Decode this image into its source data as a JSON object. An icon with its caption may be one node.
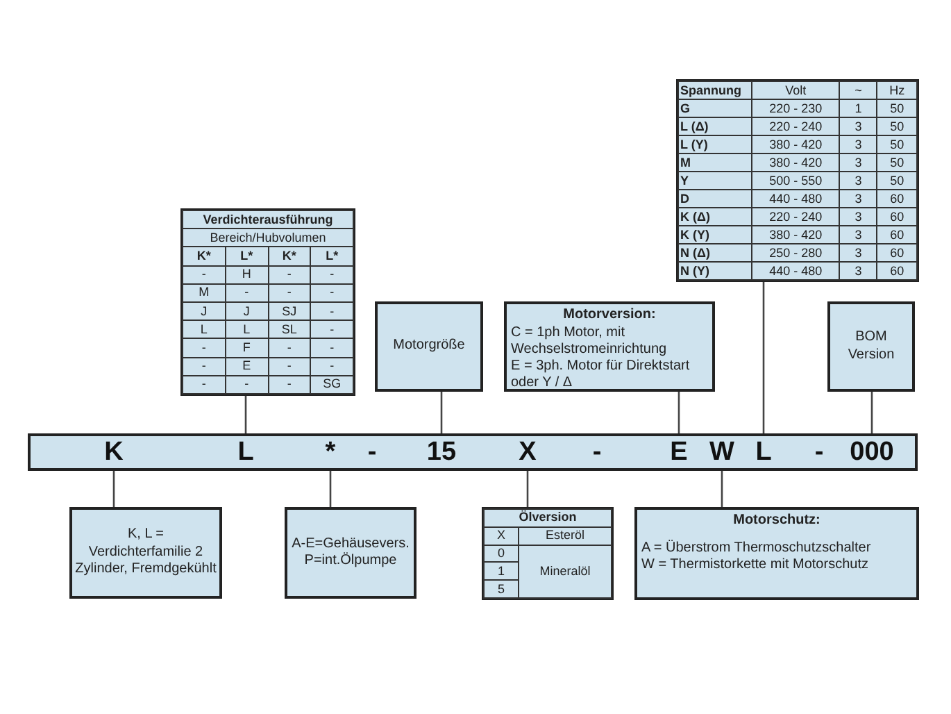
{
  "diagram": {
    "nodes": [
      {
        "text": [
          "Verdichterausführung",
          "Bereich/Hubvolumen",
          "K*",
          "L*",
          "K*",
          "L*",
          "-",
          "H",
          "-",
          "-",
          "M",
          "-",
          "-",
          "-",
          "J",
          "J",
          "SJ",
          "-",
          "L",
          "L",
          "SL",
          "-",
          "-",
          "F",
          "-",
          "-",
          "-",
          "E",
          "-",
          "-",
          "-",
          "-",
          "-",
          "SG"
        ]
      },
      {
        "text": [
          "Motorgröße"
        ]
      },
      {
        "text": [
          "Motorversion:",
          "C = 1ph Motor, mit Wechselstromeinrichtung",
          "E = 3ph. Motor für Direktstart oder Y / Δ"
        ]
      },
      {
        "text": [
          "Spannung",
          "Volt",
          "~",
          "Hz",
          "G",
          "220 - 230",
          "1",
          "50",
          "L (Δ)",
          "220 - 240",
          "3",
          "50",
          "L (Y)",
          "380 - 420",
          "3",
          "50",
          "M",
          "380 - 420",
          "3",
          "50",
          "Y",
          "500 - 550",
          "3",
          "50",
          "D",
          "440 - 480",
          "3",
          "60",
          "K (Δ)",
          "220 - 240",
          "3",
          "60",
          "K (Y)",
          "380 - 420",
          "3",
          "60",
          "N (Δ)",
          "250 - 280",
          "3",
          "60",
          "N (Y)",
          "440 - 480",
          "3",
          "60"
        ]
      },
      {
        "text": [
          "BOM Version"
        ]
      },
      {
        "text": [],
        "shape": "bar"
      },
      {
        "text": [
          "K"
        ],
        "in": 5
      },
      {
        "text": [
          "L"
        ],
        "in": 5
      },
      {
        "text": [
          "*"
        ],
        "in": 5
      },
      {
        "text": [
          "-"
        ],
        "in": 5
      },
      {
        "text": [
          "15"
        ],
        "in": 5
      },
      {
        "text": [
          "X"
        ],
        "in": 5
      },
      {
        "text": [
          "-"
        ],
        "in": 5
      },
      {
        "text": [
          "E"
        ],
        "in": 5
      },
      {
        "text": [
          "W"
        ],
        "in": 5
      },
      {
        "text": [
          "L"
        ],
        "in": 5
      },
      {
        "text": [
          "-"
        ],
        "in": 5
      },
      {
        "text": [
          "000"
        ],
        "in": 5
      },
      {
        "text": [
          "K, L = Verdichterfamilie 2 Zylinder, Fremdgekühlt"
        ]
      },
      {
        "text": [
          "A-E=Gehäusevers. P=int.Ölpumpe"
        ]
      },
      {
        "text": [
          "Ölversion",
          "X",
          "Esteröl",
          "0",
          "Mineralöl",
          "1",
          "5"
        ]
      },
      {
        "text": [
          "Motorschutz:",
          "A = Überstrom Thermoschutzschalter",
          "W = Thermistorkette mit Motorschutz"
        ]
      }
    ],
    "edges": [
      {
        "from": 0,
        "to": 7,
        "arrow": "none"
      },
      {
        "from": 1,
        "to": 10,
        "arrow": "none"
      },
      {
        "from": 2,
        "to": 13,
        "arrow": "none"
      },
      {
        "from": 3,
        "to": 15,
        "arrow": "none"
      },
      {
        "from": 4,
        "to": 17,
        "arrow": "none"
      },
      {
        "from": 6,
        "to": 18,
        "arrow": "none"
      },
      {
        "from": 8,
        "to": 19,
        "arrow": "none"
      },
      {
        "from": 11,
        "to": 20,
        "arrow": "none"
      },
      {
        "from": 14,
        "to": 21,
        "arrow": "none"
      }
    ]
  }
}
